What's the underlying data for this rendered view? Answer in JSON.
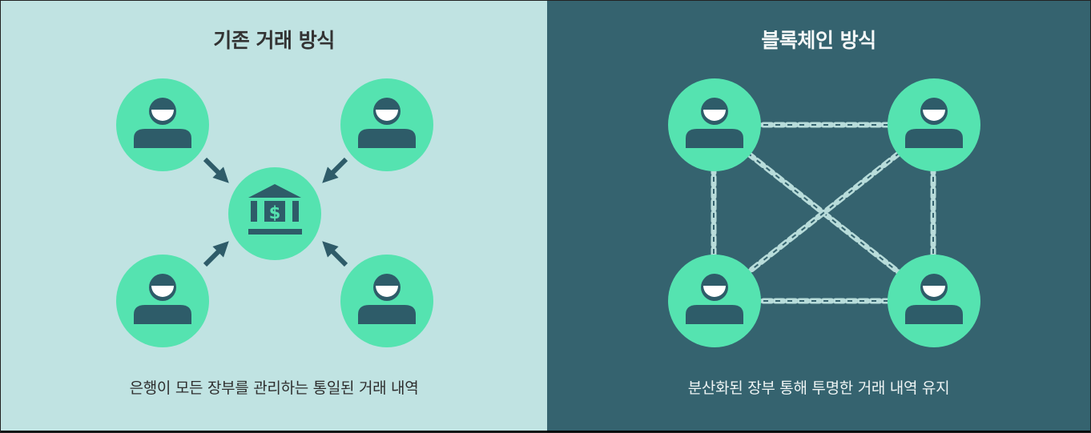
{
  "left_panel": {
    "title": "기존 거래 방식",
    "caption": "은행이 모든 장부를 관리하는 통일된 거래 내역",
    "center_icon": "bank-icon",
    "center_symbol": "$",
    "user_icon": "user-icon",
    "colors": {
      "background": "#c0e3e2",
      "node": "#55e3b0",
      "icon": "#2e5c69",
      "arrow": "#2e5c69"
    }
  },
  "right_panel": {
    "title": "블록체인 방식",
    "caption": "분산화된 장부 통해 투명한 거래 내역 유지",
    "user_icon": "user-icon",
    "link_icon": "chain-icon",
    "colors": {
      "background": "#35636f",
      "node": "#55e3b0",
      "icon": "#2e5c69",
      "chain": "#b8dcda"
    }
  }
}
